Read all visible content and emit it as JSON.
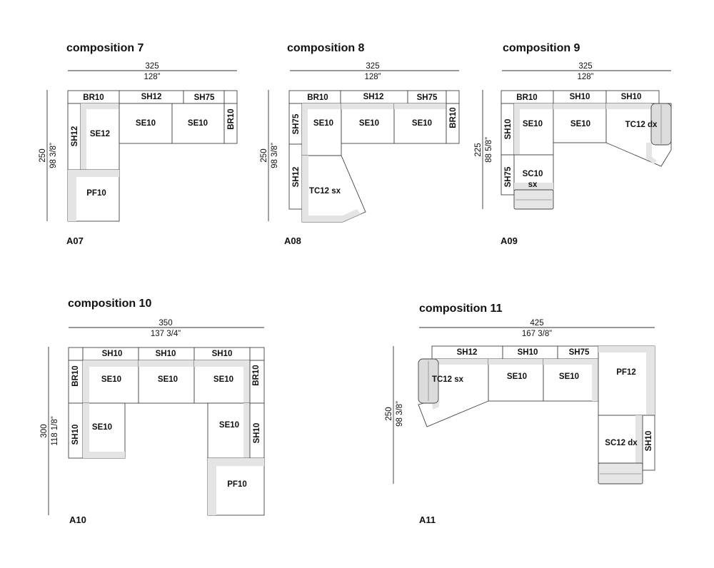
{
  "compositions": [
    {
      "title": "composition 7",
      "code": "A07",
      "width_cm": "325",
      "width_in": "128”",
      "height_cm": "250",
      "height_in": "98 3/8”",
      "modules": [
        "BR10",
        "SH12",
        "SH75",
        "SH12",
        "SE12",
        "SE10",
        "SE10",
        "BR10",
        "PF10"
      ]
    },
    {
      "title": "composition 8",
      "code": "A08",
      "width_cm": "325",
      "width_in": "128”",
      "height_cm": "250",
      "height_in": "98 3/8”",
      "modules": [
        "BR10",
        "SH12",
        "SH75",
        "SH75",
        "SE10",
        "SE10",
        "SE10",
        "BR10",
        "SH12",
        "TC12 sx"
      ]
    },
    {
      "title": "composition 9",
      "code": "A09",
      "width_cm": "325",
      "width_in": "128”",
      "height_cm": "225",
      "height_in": "88 5/8”",
      "modules": [
        "BR10",
        "SH10",
        "SH10",
        "SH10",
        "SE10",
        "SE10",
        "TC12 dx",
        "SH75",
        "SC10",
        "sx"
      ]
    },
    {
      "title": "composition 10",
      "code": "A10",
      "width_cm": "350",
      "width_in": "137 3/4”",
      "height_cm": "300",
      "height_in": "118 1/8”",
      "modules": [
        "SH10",
        "SH10",
        "SH10",
        "BR10",
        "SE10",
        "SE10",
        "SE10",
        "BR10",
        "SH10",
        "SE10",
        "SE10",
        "SH10",
        "PF10"
      ]
    },
    {
      "title": "composition 11",
      "code": "A11",
      "width_cm": "425",
      "width_in": "167 3/8”",
      "height_cm": "250",
      "height_in": "98 3/8”",
      "modules": [
        "SH12",
        "SH10",
        "SH75",
        "TC12 sx",
        "SE10",
        "SE10",
        "PF12",
        "SC12 dx",
        "SH10"
      ]
    }
  ]
}
